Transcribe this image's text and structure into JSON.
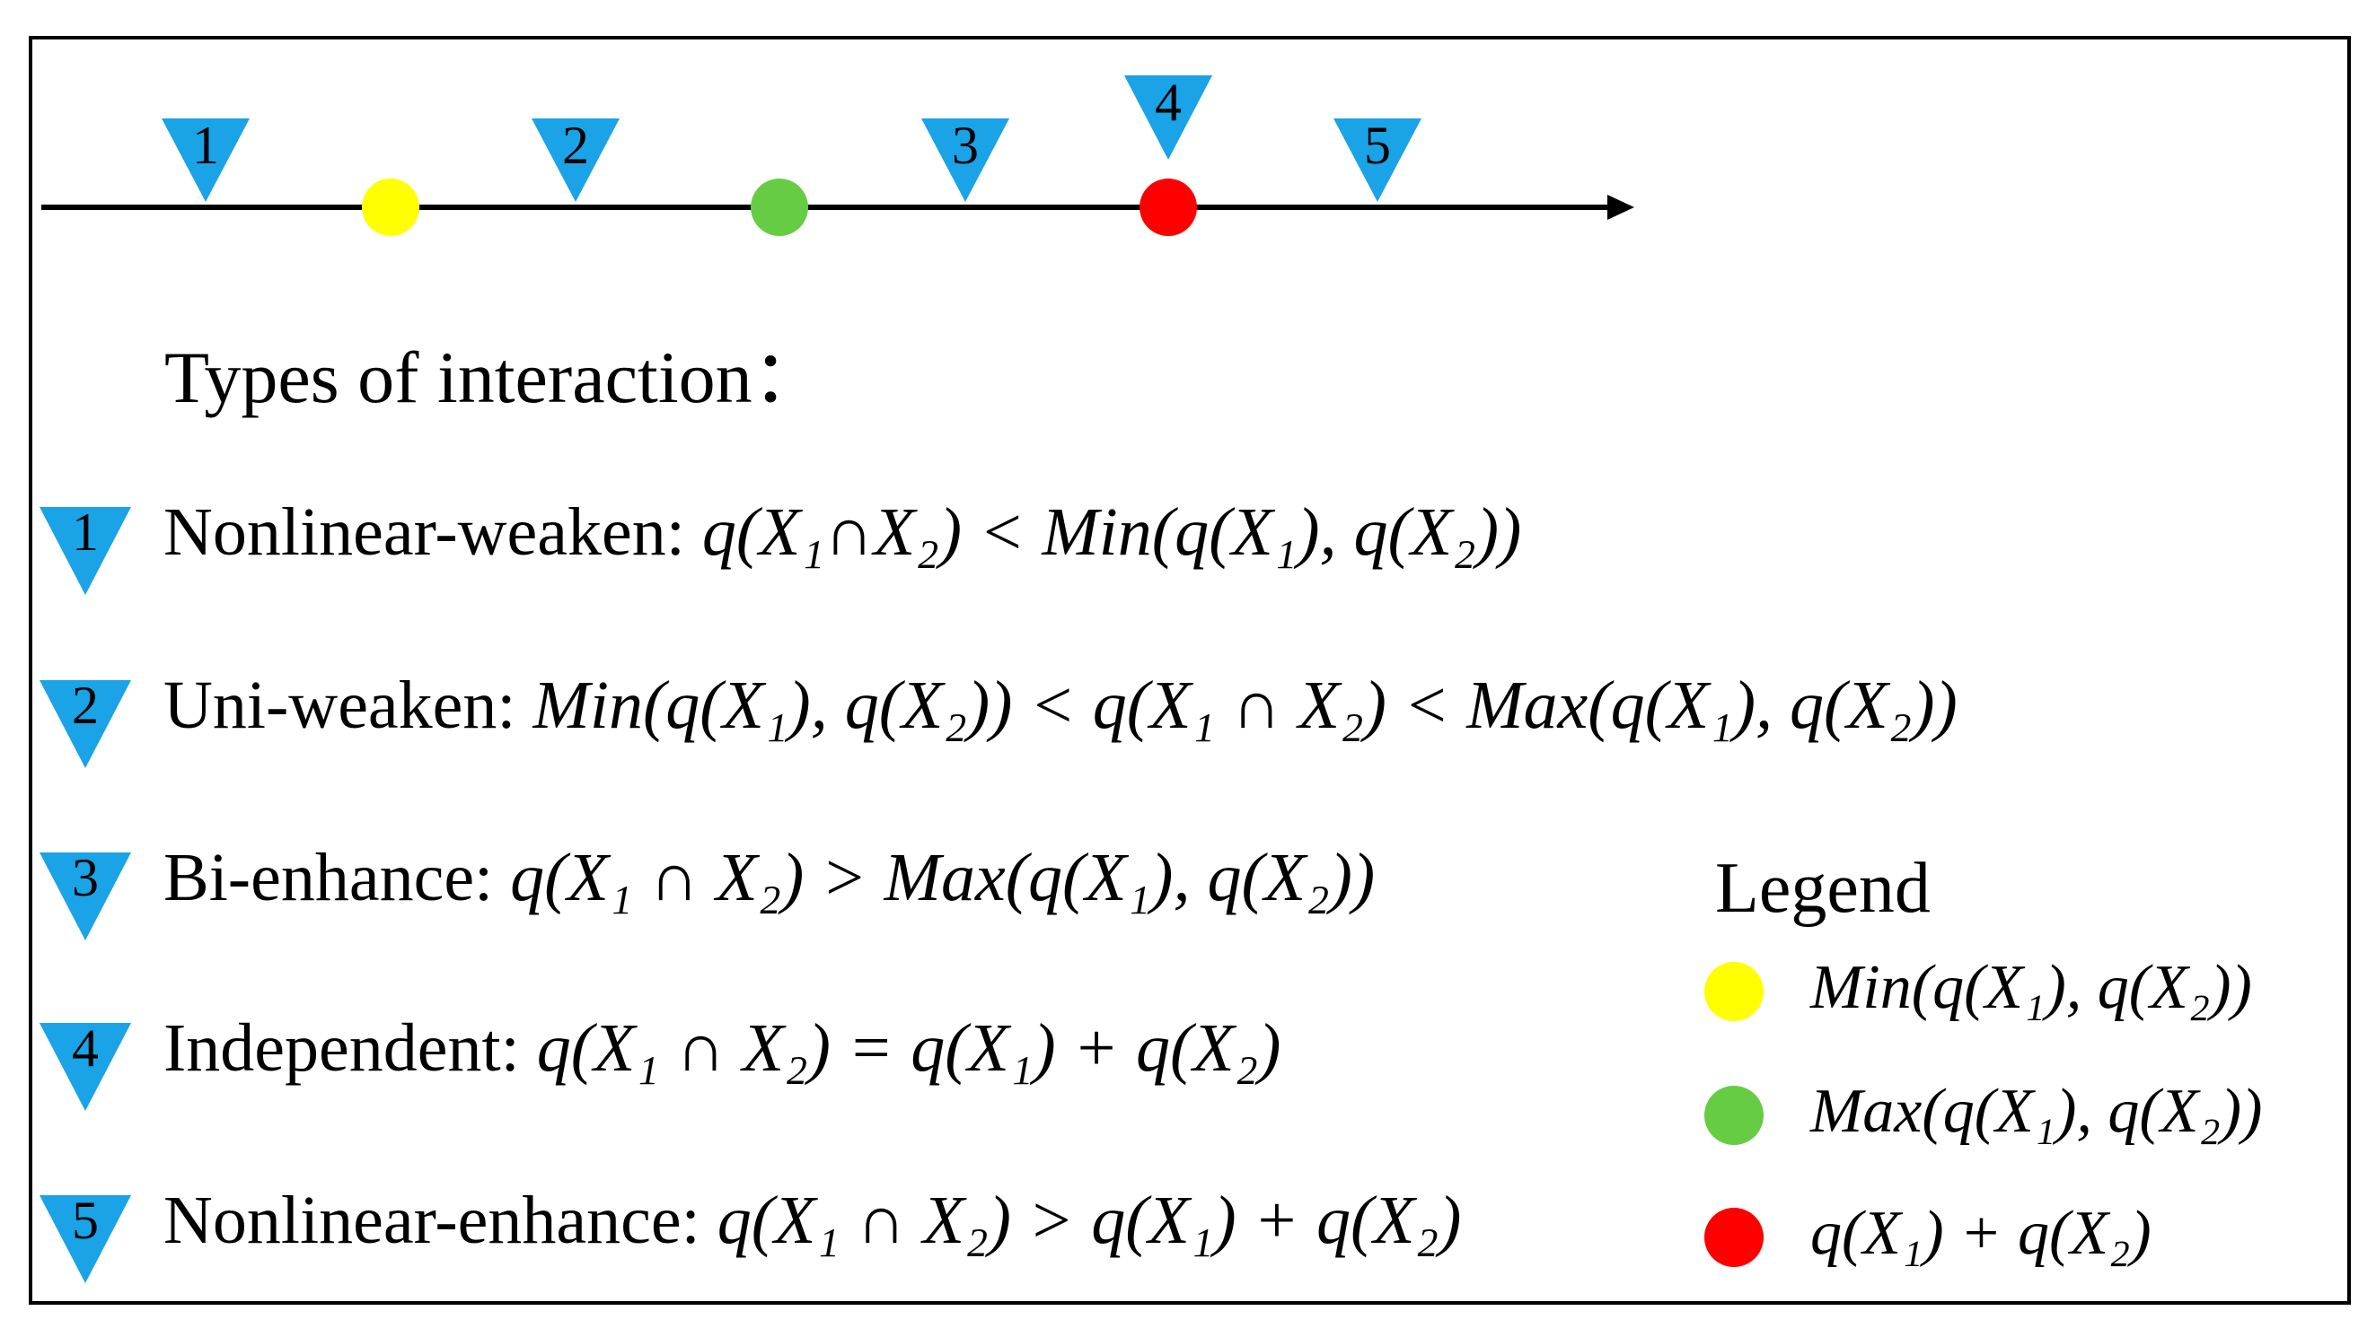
{
  "axis": {
    "markers": [
      {
        "label": "1",
        "color": "#1aa3e6"
      },
      {
        "label": "2",
        "color": "#1aa3e6"
      },
      {
        "label": "3",
        "color": "#1aa3e6"
      },
      {
        "label": "4",
        "color": "#1aa3e6"
      },
      {
        "label": "5",
        "color": "#1aa3e6"
      }
    ],
    "points": [
      {
        "name": "min",
        "color": "#ffff00"
      },
      {
        "name": "max",
        "color": "#66cc44"
      },
      {
        "name": "sum",
        "color": "#ff0000"
      }
    ]
  },
  "heading": "Types of interaction：",
  "rows": [
    {
      "badge": "1",
      "name": "Nonlinear-weaken: ",
      "formula": "q(X₁∩X₂) < Min(q(X₁), q(X₂))"
    },
    {
      "badge": "2",
      "name": "Uni-weaken: ",
      "formula": "Min(q(X₁), q(X₂)) < q(X₁ ∩ X₂) < Max(q(X₁), q(X₂))"
    },
    {
      "badge": "3",
      "name": "Bi-enhance: ",
      "formula": "q(X₁ ∩ X₂) > Max(q(X₁), q(X₂))"
    },
    {
      "badge": "4",
      "name": "Independent: ",
      "formula": "q(X₁ ∩ X₂) = q(X₁) + q(X₂)"
    },
    {
      "badge": "5",
      "name": "Nonlinear-enhance: ",
      "formula": "q(X₁ ∩ X₂) > q(X₁) + q(X₂)"
    }
  ],
  "legend": {
    "title": "Legend",
    "items": [
      {
        "text": "Min(q(X₁), q(X₂))",
        "color": "#ffff00"
      },
      {
        "text": "Max(q(X₁), q(X₂))",
        "color": "#66cc44"
      },
      {
        "text": "q(X₁) + q(X₂)",
        "color": "#ff0000"
      }
    ]
  }
}
